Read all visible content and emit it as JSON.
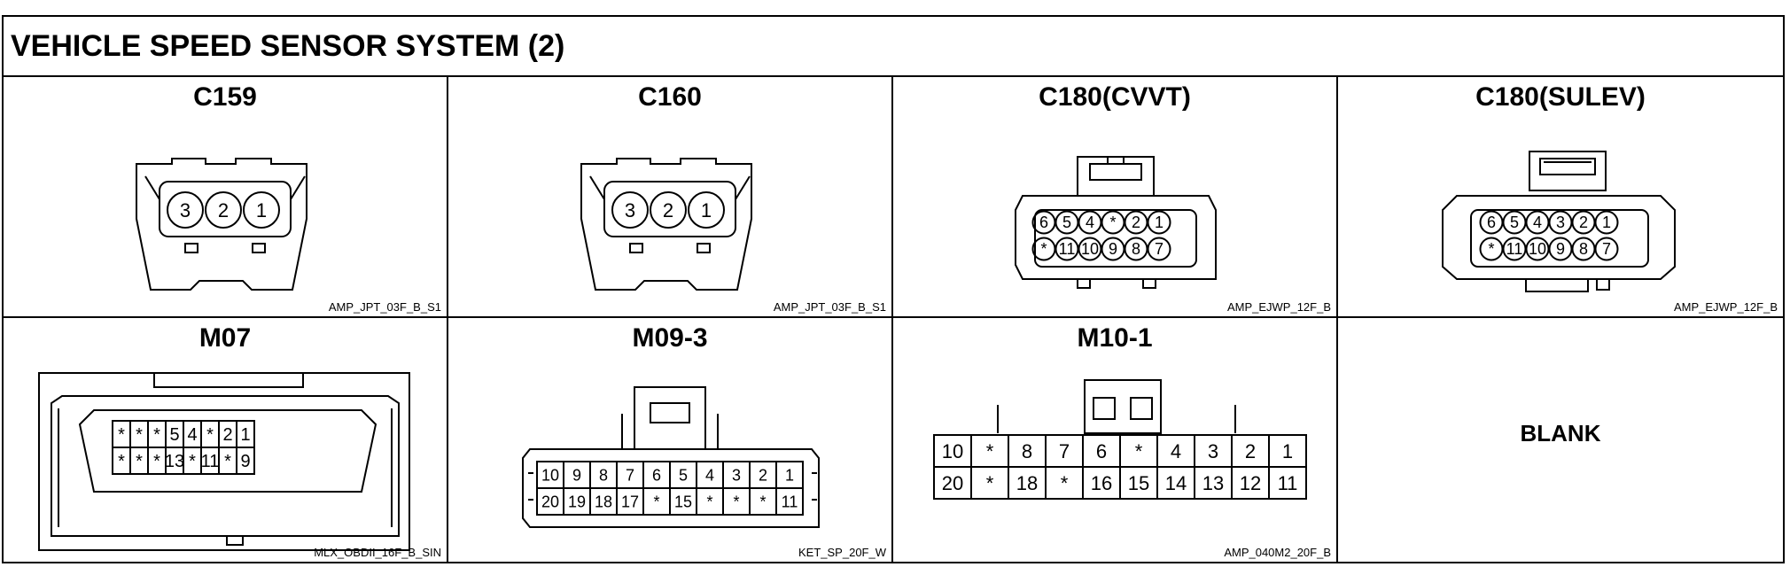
{
  "title": "VEHICLE SPEED SENSOR SYSTEM (2)",
  "top_row": [
    {
      "name": "C159",
      "part": "AMP_JPT_03F_B_S1",
      "pins": [
        "3",
        "2",
        "1"
      ]
    },
    {
      "name": "C160",
      "part": "AMP_JPT_03F_B_S1",
      "pins": [
        "3",
        "2",
        "1"
      ]
    },
    {
      "name": "C180(CVVT)",
      "part": "AMP_EJWP_12F_B",
      "pins_top": [
        "6",
        "5",
        "4",
        "*",
        "2",
        "1"
      ],
      "pins_bottom": [
        "*",
        "11",
        "10",
        "9",
        "8",
        "7"
      ]
    },
    {
      "name": "C180(SULEV)",
      "part": "AMP_EJWP_12F_B",
      "pins_top": [
        "6",
        "5",
        "4",
        "3",
        "2",
        "1"
      ],
      "pins_bottom": [
        "*",
        "11",
        "10",
        "9",
        "8",
        "7"
      ]
    }
  ],
  "bottom_row": [
    {
      "name": "M07",
      "part": "MLX_OBDII_16F_B_SIN",
      "pins_top": [
        "*",
        "*",
        "*",
        "5",
        "4",
        "*",
        "2",
        "1"
      ],
      "pins_bottom": [
        "*",
        "*",
        "*",
        "13",
        "*",
        "11",
        "*",
        "9"
      ]
    },
    {
      "name": "M09-3",
      "part": "KET_SP_20F_W",
      "pins_top": [
        "10",
        "9",
        "8",
        "7",
        "6",
        "5",
        "4",
        "3",
        "2",
        "1"
      ],
      "pins_bottom": [
        "20",
        "19",
        "18",
        "17",
        "*",
        "15",
        "*",
        "*",
        "*",
        "11"
      ]
    },
    {
      "name": "M10-1",
      "part": "AMP_040M2_20F_B",
      "pins_top": [
        "10",
        "*",
        "8",
        "7",
        "6",
        "*",
        "4",
        "3",
        "2",
        "1"
      ],
      "pins_bottom": [
        "20",
        "*",
        "18",
        "*",
        "16",
        "15",
        "14",
        "13",
        "12",
        "11"
      ]
    },
    {
      "name": "BLANK"
    }
  ]
}
